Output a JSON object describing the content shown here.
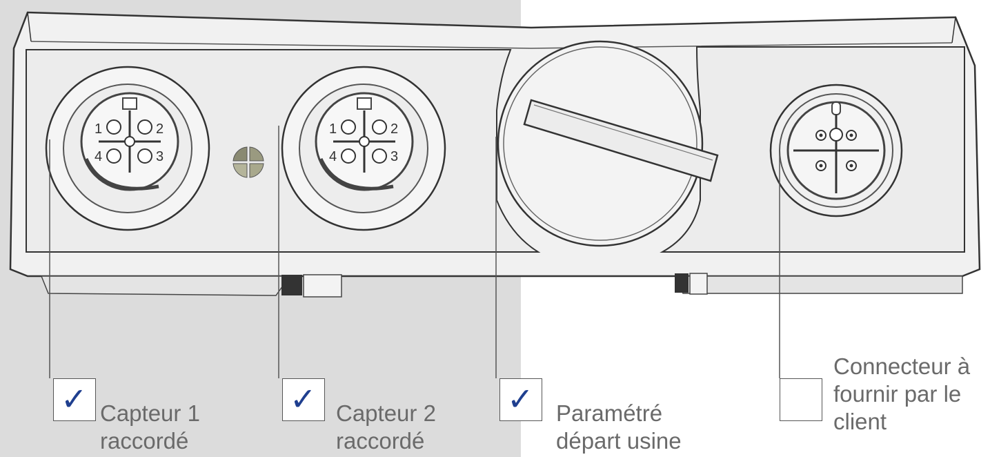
{
  "colors": {
    "background_left": "#dcdcdc",
    "background_right": "#ffffff",
    "check": "#1f3f8f",
    "label": "#6a6a6a"
  },
  "connectors": {
    "c1_pins": [
      "1",
      "2",
      "3",
      "4"
    ],
    "c2_pins": [
      "1",
      "2",
      "3",
      "4"
    ]
  },
  "callouts": [
    {
      "checked": true,
      "line1": "Capteur 1",
      "line2": "raccordé",
      "icon": "checkmark-icon"
    },
    {
      "checked": true,
      "line1": "Capteur 2",
      "line2": "raccordé",
      "icon": "checkmark-icon"
    },
    {
      "checked": true,
      "line1": "Paramétré",
      "line2": "départ usine",
      "icon": "checkmark-icon"
    },
    {
      "checked": false,
      "line1": "Connecteur à",
      "line2": "fournir par le",
      "line3": "client"
    }
  ]
}
